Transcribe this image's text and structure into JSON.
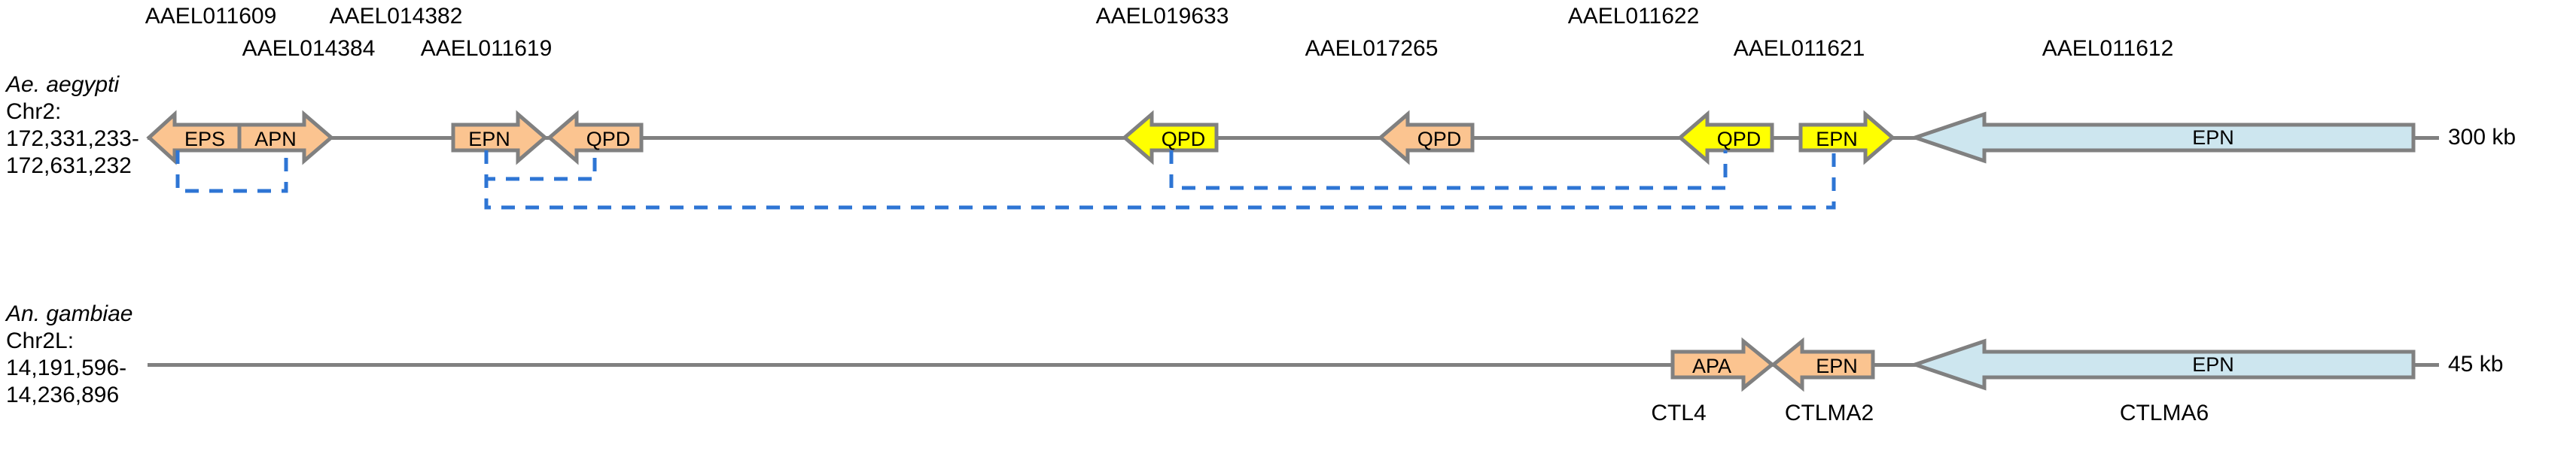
{
  "figure": {
    "type": "synteny-diagram",
    "background": "#ffffff",
    "colors": {
      "gene_orange": "#FBC490",
      "gene_yellow": "#FFFF00",
      "gene_blue": "#CDE6EF",
      "outline": "#808080",
      "backbone": "#808080",
      "connector": "#2E75D4",
      "text": "#000000"
    }
  },
  "rows": [
    {
      "id": "aedes",
      "species": "Ae. aegypti",
      "chromosome": "Chr2:",
      "coord_start": "172,331,233-",
      "coord_end": "172,631,232",
      "scale_label": "300 kb",
      "genes": [
        {
          "label": "EPS",
          "id": "AAEL011609",
          "dir": "left",
          "color": "orange"
        },
        {
          "label": "APN",
          "id": "AAEL014384",
          "dir": "right",
          "color": "orange"
        },
        {
          "label": "EPN",
          "id": "AAEL014382",
          "dir": "right",
          "color": "orange"
        },
        {
          "label": "QPD",
          "id": "AAEL011619",
          "dir": "left",
          "color": "orange"
        },
        {
          "label": "QPD",
          "id": "AAEL019633",
          "dir": "left",
          "color": "yellow"
        },
        {
          "label": "QPD",
          "id": "AAEL017265",
          "dir": "left",
          "color": "orange"
        },
        {
          "label": "QPD",
          "id": "AAEL011622",
          "dir": "left",
          "color": "yellow"
        },
        {
          "label": "EPN",
          "id": "AAEL011621",
          "dir": "right",
          "color": "yellow"
        },
        {
          "label": "EPN",
          "id": "AAEL011612",
          "dir": "left",
          "color": "blue"
        }
      ]
    },
    {
      "id": "anopheles",
      "species": "An. gambiae",
      "chromosome": "Chr2L:",
      "coord_start": "14,191,596-",
      "coord_end": "14,236,896",
      "scale_label": "45 kb",
      "genes": [
        {
          "label": "APA",
          "id": "CTL4",
          "dir": "right",
          "color": "orange"
        },
        {
          "label": "EPN",
          "id": "CTLMA2",
          "dir": "left",
          "color": "orange"
        },
        {
          "label": "EPN",
          "id": "CTLMA6",
          "dir": "left",
          "color": "blue"
        }
      ]
    }
  ],
  "connectors": [
    {
      "name": "eps-apn-bracket"
    },
    {
      "name": "epn-qpd-bracket"
    },
    {
      "name": "qpd-yellow-bracket"
    },
    {
      "name": "long-orthology-bracket"
    }
  ]
}
